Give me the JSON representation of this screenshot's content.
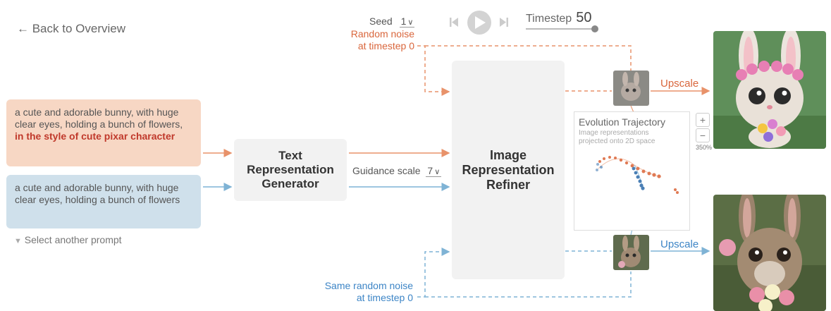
{
  "nav": {
    "back_label": "← Back to Overview"
  },
  "controls": {
    "seed_label": "Seed",
    "seed_value": "1",
    "timestep_label": "Timestep",
    "timestep_value": "50",
    "timestep_fraction": 1.0
  },
  "noise": {
    "top_line1": "Random noise",
    "top_line2": "at timestep 0",
    "bottom_line1": "Same random noise",
    "bottom_line2": "at timestep 0"
  },
  "prompts": {
    "p1_text": "a cute and adorable bunny, with huge clear eyes, holding a bunch of flowers,",
    "p1_highlight": "in the style of cute pixar character",
    "p2_text": "a cute and adorable bunny, with huge clear eyes, holding a bunch of flowers",
    "select_label": "Select another prompt"
  },
  "blocks": {
    "generator_line1": "Text",
    "generator_line2": "Representation",
    "generator_line3": "Generator",
    "refiner_line1": "Image",
    "refiner_line2": "Representation",
    "refiner_line3": "Refiner"
  },
  "guidance": {
    "label": "Guidance scale",
    "value": "7"
  },
  "trajectory": {
    "title": "Evolution Trajectory",
    "subtitle_line1": "Image representations",
    "subtitle_line2": "projected onto 2D space",
    "zoom_in": "+",
    "zoom_out": "−",
    "zoom_level": "350%"
  },
  "outputs": {
    "upscale_top": "Upscale",
    "upscale_bottom": "Upscale"
  },
  "colors": {
    "orange": "#e8926a",
    "blue": "#7fb3d5",
    "orange_text": "#d9663c",
    "blue_text": "#3d85c6"
  },
  "icons": [
    "skip-back-icon",
    "play-icon",
    "skip-forward-icon",
    "chevron-down-icon",
    "arrow-left-icon",
    "triangle-down-icon"
  ]
}
